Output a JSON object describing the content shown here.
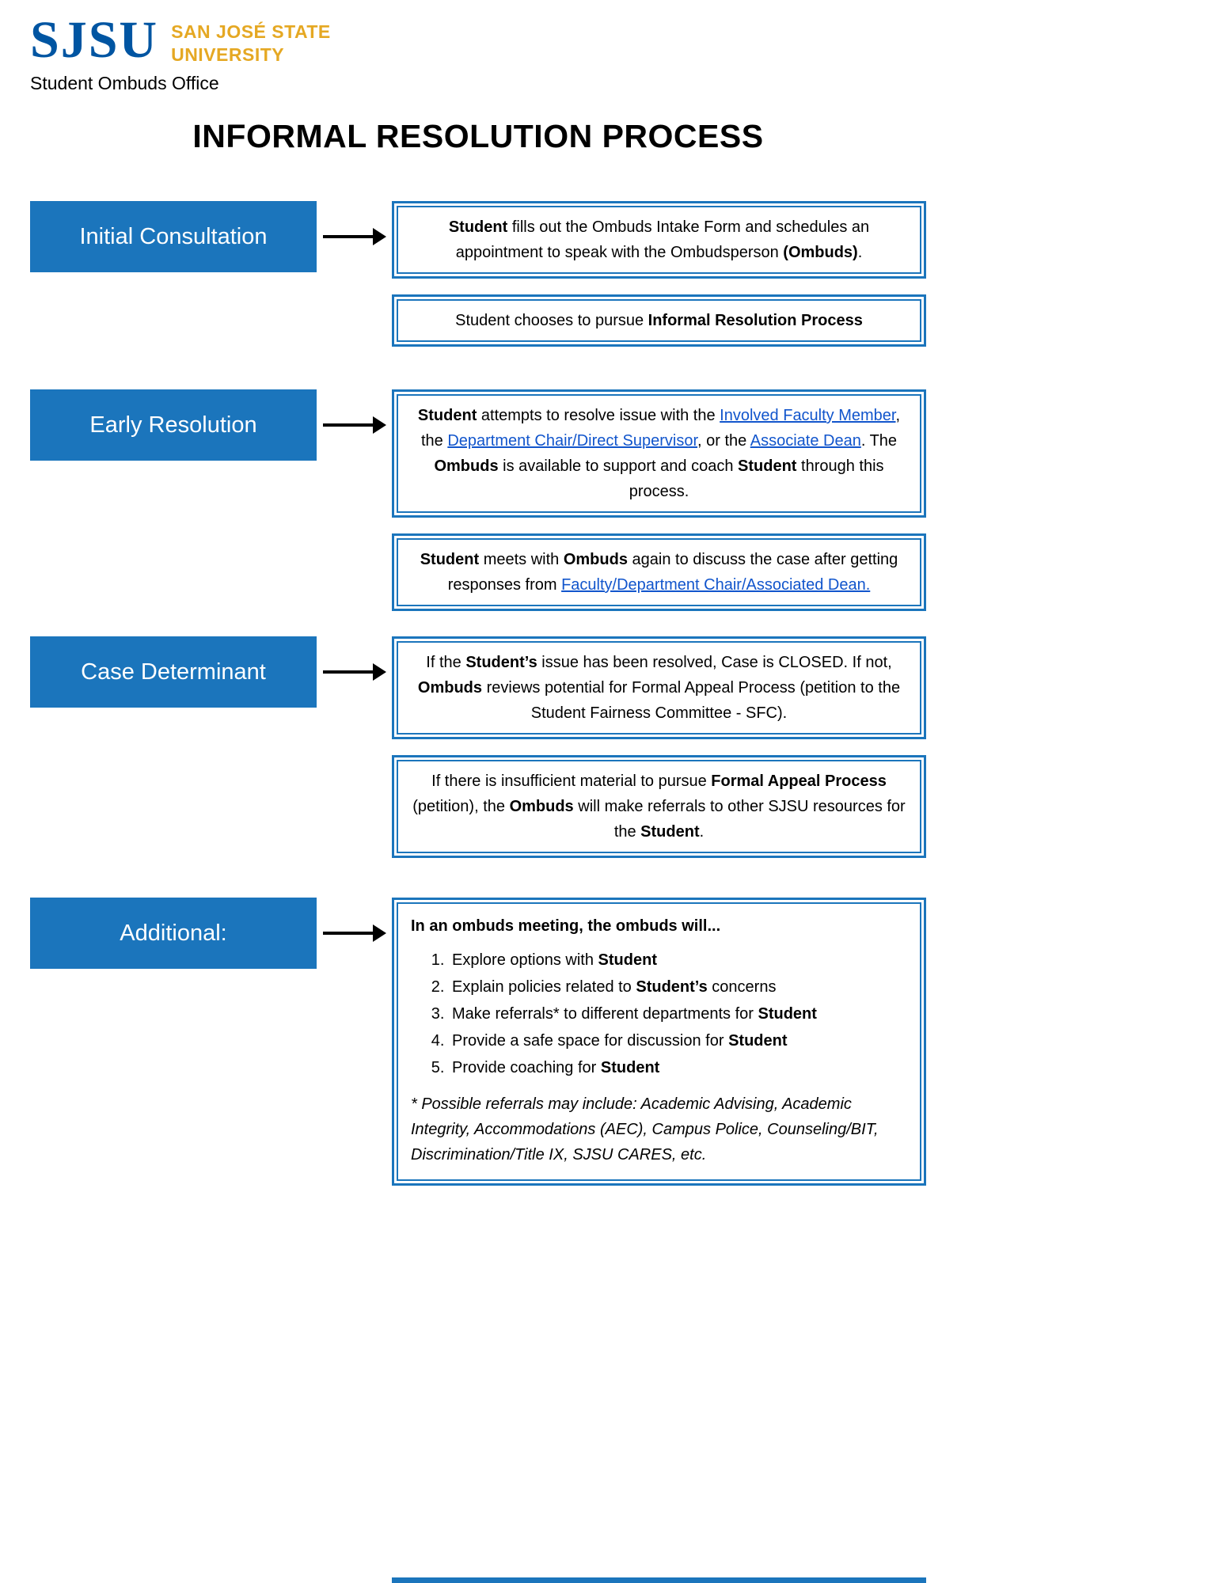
{
  "colors": {
    "brand_blue": "#1B75BC",
    "logo_blue": "#0055A2",
    "logo_gold": "#E5A823",
    "link_blue": "#1155CC"
  },
  "header": {
    "logo_acronym": "SJSU",
    "logo_line1": "SAN JOSÉ STATE",
    "logo_line2": "UNIVERSITY",
    "office_name": "Student Ombuds Office"
  },
  "title": "INFORMAL RESOLUTION PROCESS",
  "flow": [
    {
      "label": "Initial Consultation",
      "boxes": [
        {
          "segments": [
            {
              "t": "Student",
              "b": true
            },
            {
              "t": " fills out the Ombuds Intake Form and schedules an appointment to speak with the Ombudsperson "
            },
            {
              "t": "(Ombuds)",
              "b": true
            },
            {
              "t": "."
            }
          ]
        },
        {
          "segments": [
            {
              "t": "Student chooses to pursue "
            },
            {
              "t": "Informal Resolution Process",
              "b": true
            }
          ]
        }
      ]
    },
    {
      "label": "Early Resolution",
      "boxes": [
        {
          "segments": [
            {
              "t": "Student",
              "b": true
            },
            {
              "t": " attempts to resolve issue with the "
            },
            {
              "t": "Involved Faculty Member",
              "link": true
            },
            {
              "t": ", the "
            },
            {
              "t": "Department Chair/Direct Supervisor",
              "link": true
            },
            {
              "t": ", or the "
            },
            {
              "t": "Associate Dean",
              "link": true
            },
            {
              "t": ". The "
            },
            {
              "t": "Ombuds",
              "b": true
            },
            {
              "t": " is available to support and coach "
            },
            {
              "t": "Student",
              "b": true
            },
            {
              "t": " through this process."
            }
          ]
        },
        {
          "segments": [
            {
              "t": "Student",
              "b": true
            },
            {
              "t": " meets with "
            },
            {
              "t": "Ombuds",
              "b": true
            },
            {
              "t": " again to discuss the case after getting responses from "
            },
            {
              "t": "Faculty/Department Chair/Associated Dean.",
              "link": true
            }
          ]
        }
      ]
    },
    {
      "label": "Case Determinant",
      "boxes": [
        {
          "segments": [
            {
              "t": "If the "
            },
            {
              "t": "Student’s",
              "b": true
            },
            {
              "t": " issue has been resolved, Case is CLOSED. If not, "
            },
            {
              "t": "Ombuds",
              "b": true
            },
            {
              "t": " reviews potential for Formal Appeal Process (petition to the Student Fairness Committee - SFC)."
            }
          ]
        },
        {
          "segments": [
            {
              "t": "If there is insufficient material to pursue "
            },
            {
              "t": "Formal Appeal Process",
              "b": true
            },
            {
              "t": " (petition), the "
            },
            {
              "t": "Ombuds",
              "b": true
            },
            {
              "t": " will make referrals to other SJSU resources for the "
            },
            {
              "t": "Student",
              "b": true
            },
            {
              "t": "."
            }
          ]
        }
      ]
    },
    {
      "label": "Additional:",
      "boxes": [
        {
          "heading_segments": [
            {
              "t": "In an ombuds meeting, the ombuds will...",
              "b": true
            }
          ],
          "list": [
            [
              {
                "t": "Explore options with "
              },
              {
                "t": "Student",
                "b": true
              }
            ],
            [
              {
                "t": "Explain policies related to "
              },
              {
                "t": "Student’s",
                "b": true
              },
              {
                "t": " concerns"
              }
            ],
            [
              {
                "t": "Make referrals* to different departments for "
              },
              {
                "t": "Student",
                "b": true
              }
            ],
            [
              {
                "t": "Provide a safe space for discussion for "
              },
              {
                "t": "Student",
                "b": true
              }
            ],
            [
              {
                "t": "Provide coaching for "
              },
              {
                "t": "Student",
                "b": true
              }
            ]
          ],
          "footnote_segments": [
            {
              "t": "* Possible referrals may include: Academic Advising, Academic Integrity, Accommodations (AEC), Campus Police, Counseling/BIT, Discrimination/Title IX, SJSU CARES, etc.",
              "i": true
            }
          ]
        }
      ]
    }
  ]
}
